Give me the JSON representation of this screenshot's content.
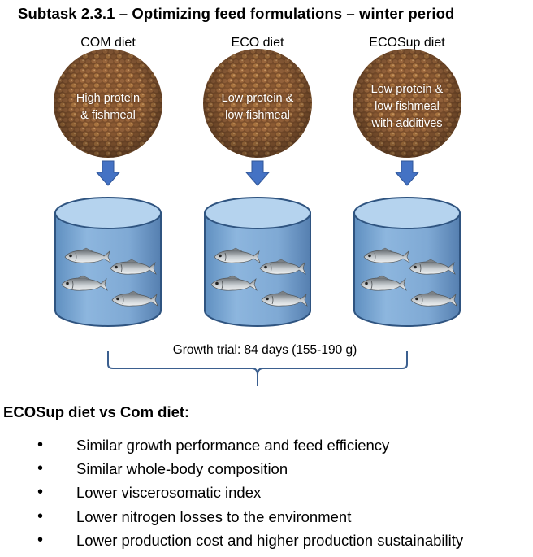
{
  "title": "Subtask 2.3.1 – Optimizing feed formulations – winter period",
  "diets": [
    {
      "name": "COM diet",
      "lines": [
        "High protein",
        "& fishmeal"
      ]
    },
    {
      "name": "ECO diet",
      "lines": [
        "Low protein &",
        "low fishmeal"
      ]
    },
    {
      "name": "ECOSup diet",
      "lines": [
        "Low protein &",
        "low fishmeal",
        "with additives"
      ]
    }
  ],
  "trial_label": "Growth trial: 84 days (155-190 g)",
  "conclusion_heading": "ECOSup diet vs Com diet:",
  "conclusions": [
    "Similar growth performance and feed efficiency",
    "Similar whole-body composition",
    "Lower viscerosomatic index",
    "Lower nitrogen losses to the environment",
    "Lower production cost and higher production sustainability"
  ],
  "colors": {
    "pellet": "#8a5a34",
    "arrow": "#4472c4",
    "water_top": "#b5d3ee",
    "water_body": "#7aa6d2",
    "tank_outline": "#2f5480",
    "brace": "#3b5f8f"
  }
}
